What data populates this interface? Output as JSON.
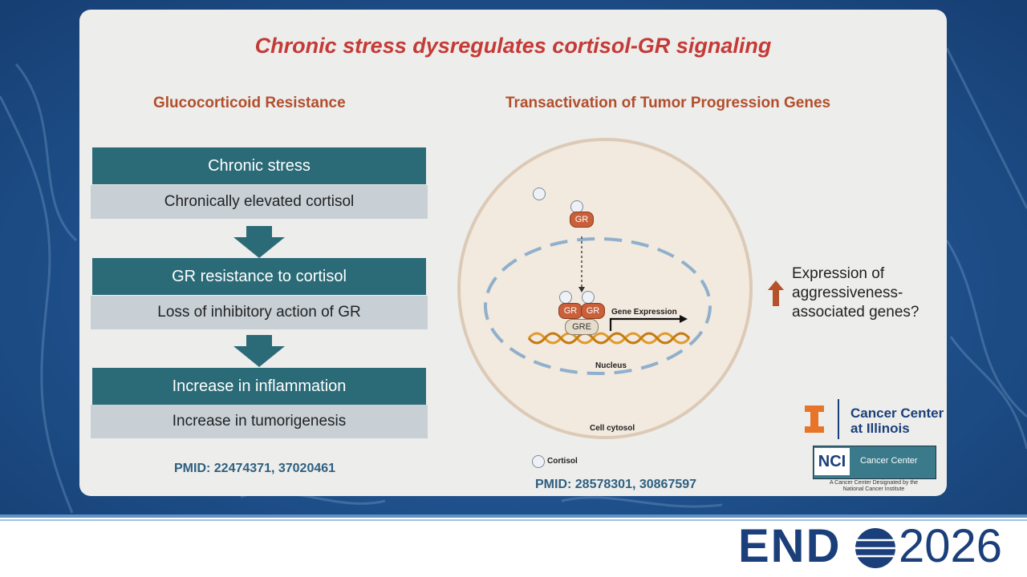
{
  "title": "Chronic stress dysregulates cortisol-GR signaling",
  "left": {
    "heading": "Glucocorticoid Resistance",
    "steps": [
      {
        "main": "Chronic stress",
        "sub": "Chronically elevated cortisol"
      },
      {
        "main": "GR resistance to cortisol",
        "sub": "Loss of inhibitory action of GR"
      },
      {
        "main": "Increase in inflammation",
        "sub": "Increase in tumorigenesis"
      }
    ],
    "pmid": "PMID: 22474371, 37020461"
  },
  "right": {
    "heading": "Transactivation of Tumor Progression Genes",
    "gr_label": "GR",
    "gre_label": "GRE",
    "gene_expression": "Gene Expression",
    "nucleus": "Nucleus",
    "cytosol": "Cell cytosol",
    "legend_cortisol": "Cortisol",
    "expression_text": "Expression of aggressiveness-associated genes?",
    "pmid": "PMID: 28578301, 30867597"
  },
  "logos": {
    "cancer_center_line1": "Cancer Center",
    "cancer_center_line2": "at Illinois",
    "nci": "NCI",
    "nci_cc": "Cancer Center",
    "nci_sub1": "A Cancer Center Designated by the",
    "nci_sub2": "National Cancer Institute"
  },
  "footer": {
    "endo": "END",
    "year": "2026"
  },
  "colors": {
    "title": "#c53a36",
    "heading": "#b24e2c",
    "teal": "#2b6b78",
    "grey": "#c8d0d6",
    "gr": "#c9603a",
    "accent_orange": "#e06a2a",
    "endo_blue": "#1b3f7a"
  }
}
